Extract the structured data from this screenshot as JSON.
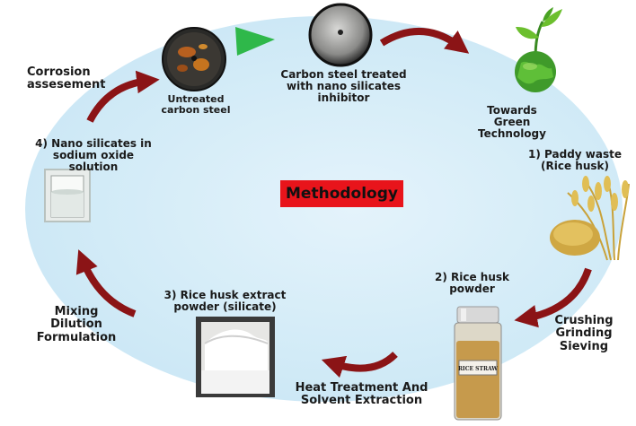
{
  "center_title": "Methodology",
  "nodes": {
    "untreated": "Untreated\ncarbon steel",
    "treated": "Carbon steel treated\nwith nano silicates inhibitor",
    "green": "Towards\nGreen Technology",
    "paddy": "1) Paddy waste\n(Rice husk)",
    "powder": "2) Rice husk\npowder",
    "extract": "3) Rice husk extract\npowder (silicate)",
    "nano": "4) Nano silicates in\nsodium oxide solution",
    "corrosion": "Corrosion\nassesement"
  },
  "steps": {
    "crushing": "Crushing\nGrinding\nSieving",
    "heat": "Heat Treatment And\nSolvent Extraction",
    "mixing": "Mixing\nDilution\nFormulation"
  },
  "bottle_label": "RICE STRAW",
  "colors": {
    "arrow": "#8b1416",
    "green_arrow": "#2fb84a",
    "title_bg": "#e8141b",
    "background": "#d2ebf7"
  },
  "icons": [
    "corroded-steel-photo",
    "treated-steel-photo",
    "globe-sprout-icon",
    "rice-husk-photo",
    "rice-powder-bottle-photo",
    "silicate-powder-photo",
    "solution-beaker-photo"
  ]
}
